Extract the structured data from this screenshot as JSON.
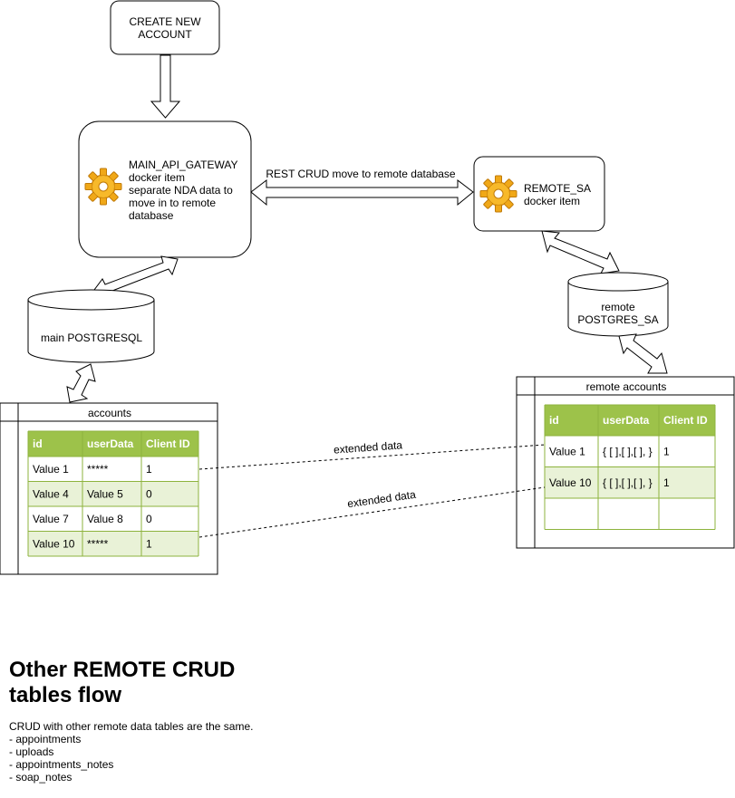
{
  "nodes": {
    "create_account": [
      "CREATE NEW",
      "ACCOUNT"
    ],
    "main_gateway": [
      "MAIN_API_GATEWAY",
      "docker item",
      "separate NDA data to",
      "move in to remote",
      "database"
    ],
    "remote_sa": [
      "REMOTE_SA",
      "docker item"
    ],
    "main_db": "main POSTGRESQL",
    "remote_db": [
      "remote",
      "POSTGRES_SA"
    ]
  },
  "edges": {
    "rest_crud": "REST CRUD move to remote database",
    "extended_1": "extended data",
    "extended_2": "extended data"
  },
  "accounts": {
    "title": "accounts",
    "headers": [
      "id",
      "userData",
      "Client ID"
    ],
    "rows": [
      [
        "Value 1",
        "*****",
        "1"
      ],
      [
        "Value 4",
        "Value 5",
        "0"
      ],
      [
        "Value 7",
        "Value 8",
        "0"
      ],
      [
        "Value 10",
        "*****",
        "1"
      ]
    ]
  },
  "remote_accounts": {
    "title": "remote accounts",
    "headers": [
      "id",
      "userData",
      "Client ID"
    ],
    "rows": [
      [
        "Value 1",
        "{ [ ],[ ],[ ], }",
        "1"
      ],
      [
        "Value 10",
        "{ [ ],[ ],[ ], }",
        "1"
      ],
      [
        "",
        "",
        ""
      ]
    ]
  },
  "colors": {
    "table_header": "#9dc24a",
    "table_alt_row": "#e9f2d7",
    "table_border": "#8db33d",
    "stroke": "#000000",
    "gear": "#f0a818"
  },
  "icons": [
    "gear-icon",
    "gear-icon"
  ],
  "note": {
    "title": "Other REMOTE CRUD tables flow",
    "body": "CRUD with other remote data tables are the same.",
    "items": [
      "- appointments",
      "- uploads",
      "- appointments_notes",
      "- soap_notes"
    ]
  }
}
